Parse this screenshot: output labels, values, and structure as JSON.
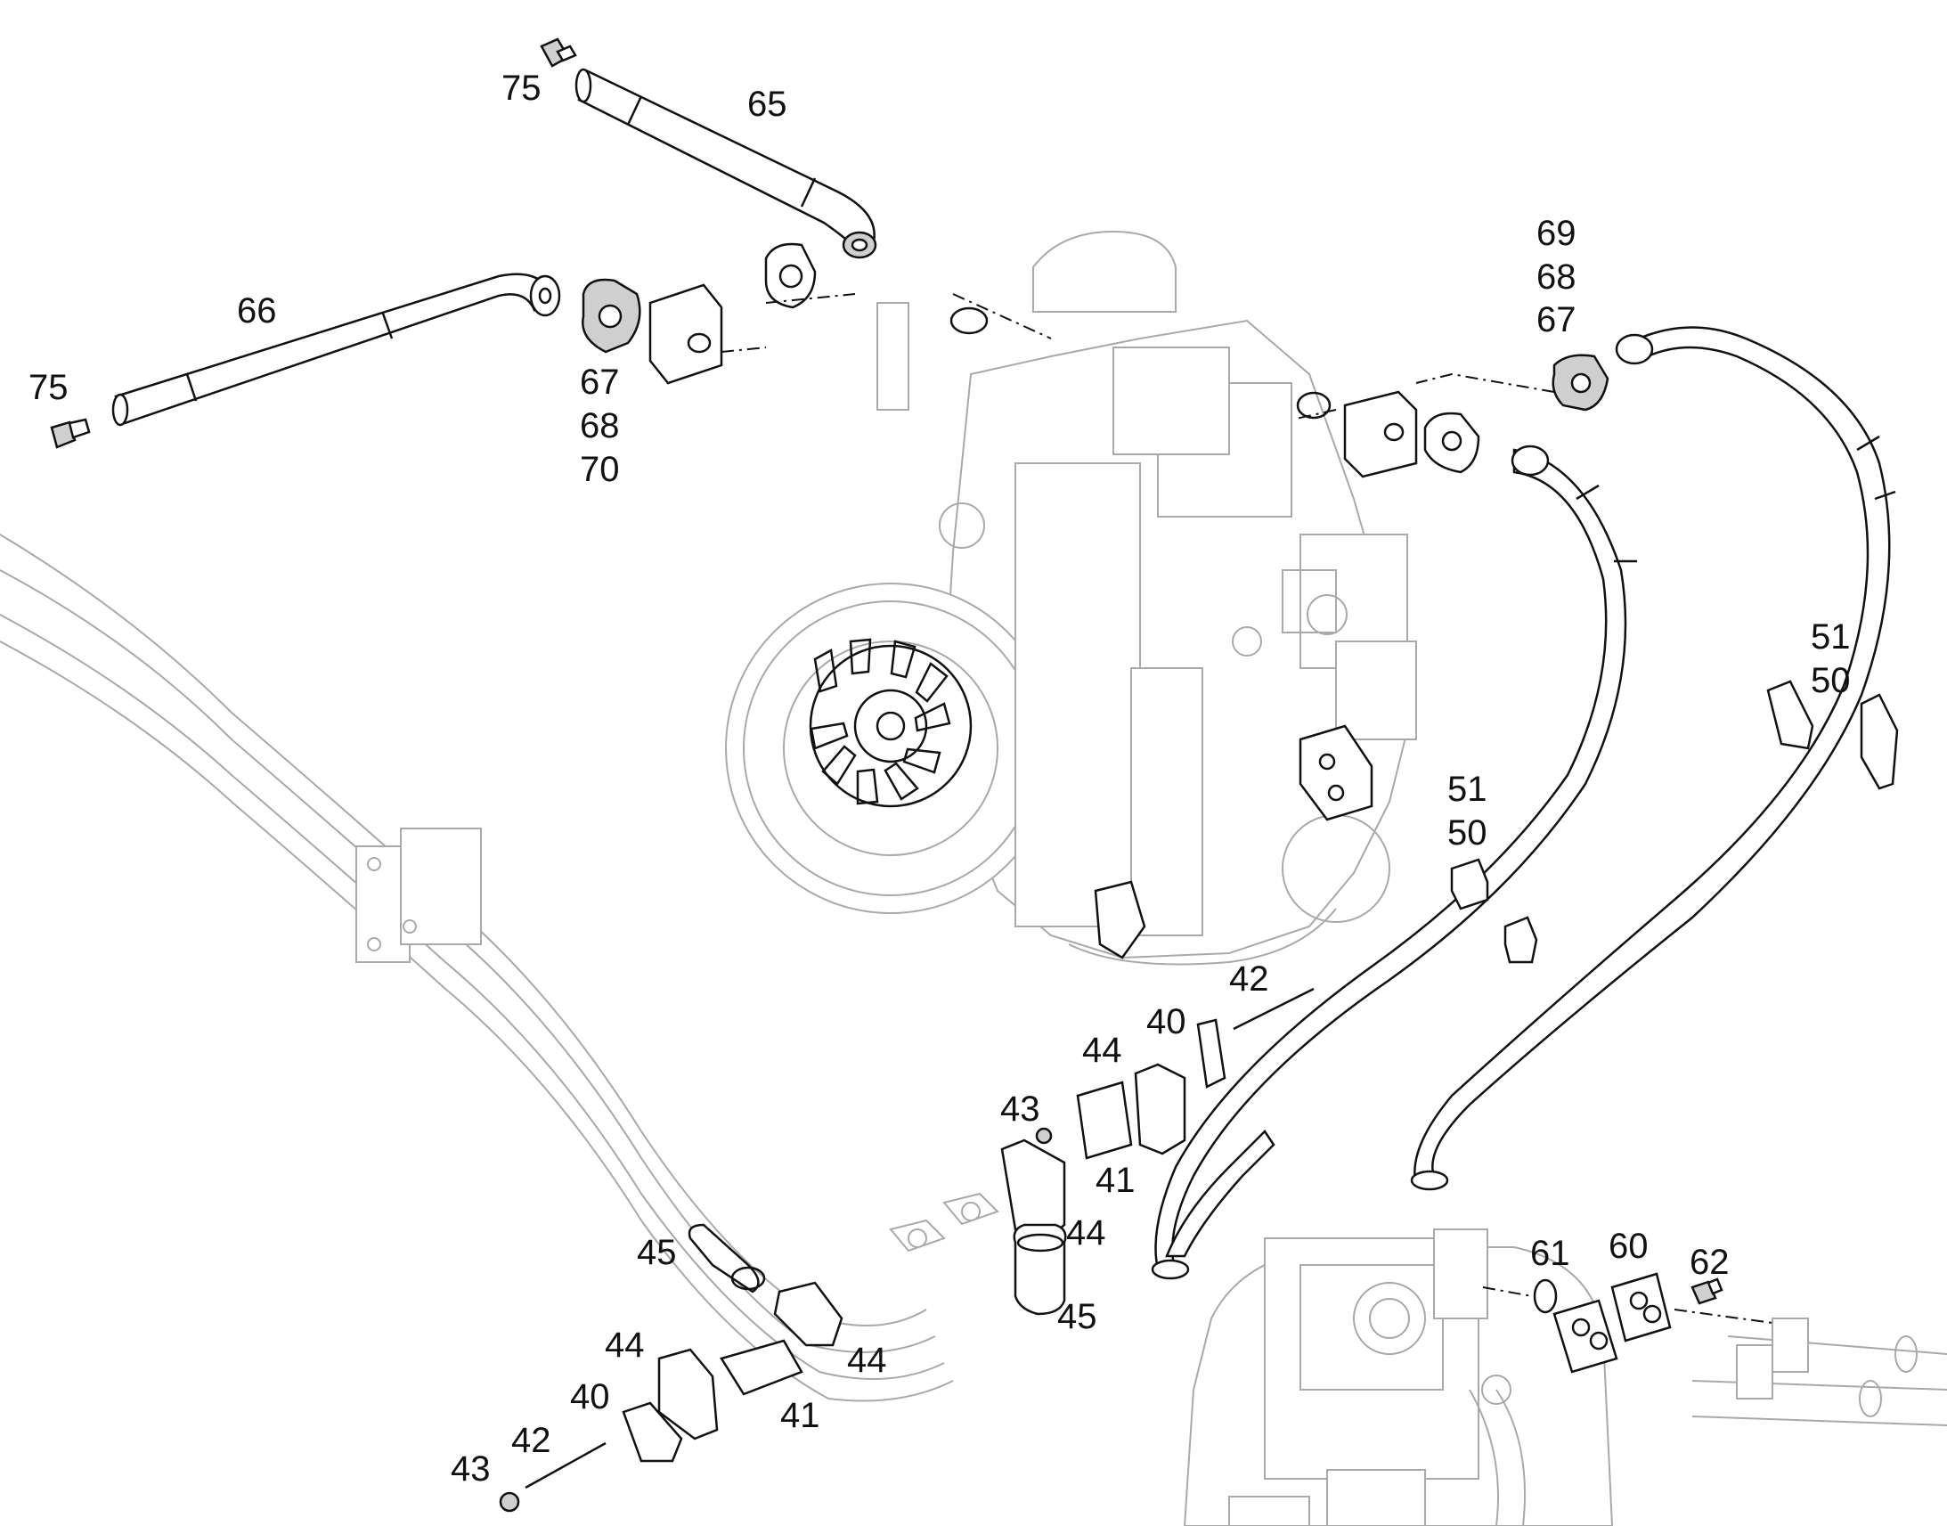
{
  "diagram": {
    "callouts": [
      {
        "id": "c75a",
        "text": "75"
      },
      {
        "id": "c65",
        "text": "65"
      },
      {
        "id": "c66",
        "text": "66"
      },
      {
        "id": "c75b",
        "text": "75"
      },
      {
        "id": "c67a",
        "text": "67"
      },
      {
        "id": "c68a",
        "text": "68"
      },
      {
        "id": "c70",
        "text": "70"
      },
      {
        "id": "c69",
        "text": "69"
      },
      {
        "id": "c68b",
        "text": "68"
      },
      {
        "id": "c67b",
        "text": "67"
      },
      {
        "id": "c51a",
        "text": "51"
      },
      {
        "id": "c50a",
        "text": "50"
      },
      {
        "id": "c51b",
        "text": "51"
      },
      {
        "id": "c50b",
        "text": "50"
      },
      {
        "id": "c42a",
        "text": "42"
      },
      {
        "id": "c40a",
        "text": "40"
      },
      {
        "id": "c44a",
        "text": "44"
      },
      {
        "id": "c43a",
        "text": "43"
      },
      {
        "id": "c41a",
        "text": "41"
      },
      {
        "id": "c44b",
        "text": "44"
      },
      {
        "id": "c45a",
        "text": "45"
      },
      {
        "id": "c45b",
        "text": "45"
      },
      {
        "id": "c44c",
        "text": "44"
      },
      {
        "id": "c44d",
        "text": "44"
      },
      {
        "id": "c40b",
        "text": "40"
      },
      {
        "id": "c41b",
        "text": "41"
      },
      {
        "id": "c42b",
        "text": "42"
      },
      {
        "id": "c43b",
        "text": "43"
      },
      {
        "id": "c61",
        "text": "61"
      },
      {
        "id": "c60",
        "text": "60"
      },
      {
        "id": "c62",
        "text": "62"
      }
    ]
  }
}
